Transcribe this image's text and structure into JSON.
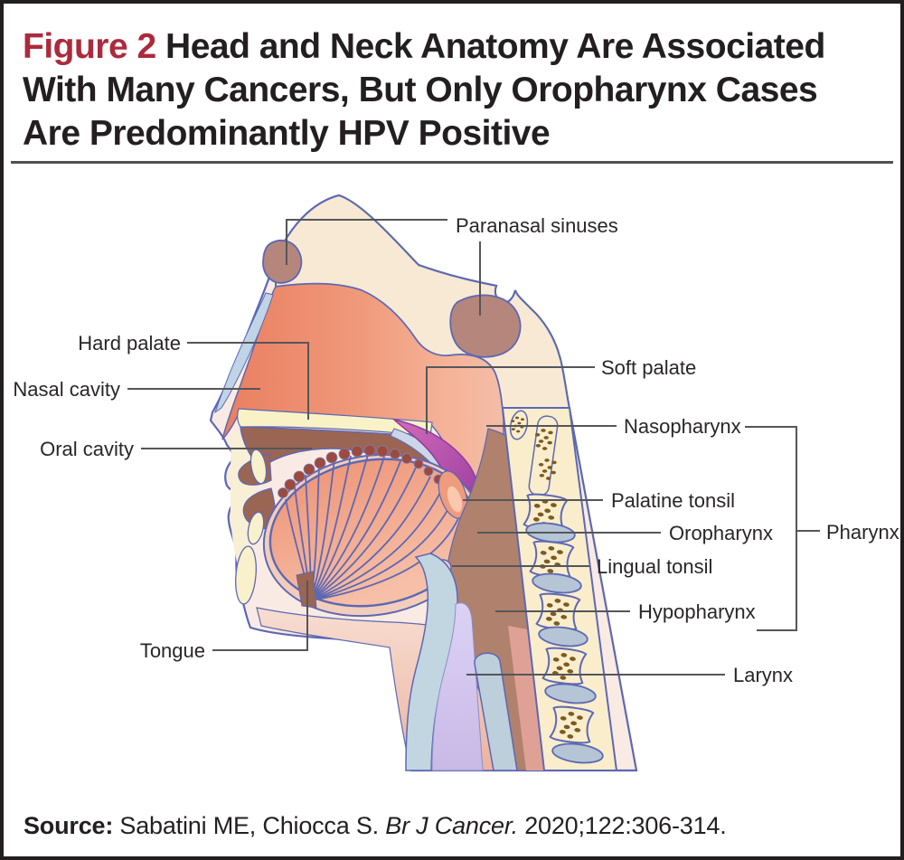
{
  "title": {
    "figure_label": "Figure 2",
    "line1": " Head and Neck Anatomy Are Associated",
    "line2": "With Many Cancers, But Only Oropharynx Cases",
    "line3": "Are Predominantly HPV Positive"
  },
  "diagram": {
    "labels": {
      "paranasal_sinuses": "Paranasal sinuses",
      "hard_palate": "Hard palate",
      "nasal_cavity": "Nasal cavity",
      "oral_cavity": "Oral cavity",
      "soft_palate": "Soft palate",
      "nasopharynx": "Nasopharynx",
      "palatine_tonsil": "Palatine tonsil",
      "oropharynx": "Oropharynx",
      "lingual_tonsil": "Lingual tonsil",
      "hypopharynx": "Hypopharynx",
      "tongue": "Tongue",
      "larynx": "Larynx",
      "pharynx": "Pharynx"
    }
  },
  "source": {
    "label": "Source:",
    "authors": " Sabatini ME, Chiocca S. ",
    "journal_italic": "Br J Cancer.",
    "tail": " 2020;122:306-314."
  },
  "colors": {
    "figure_red": "#ab2a3c",
    "text_black": "#231f20",
    "leader_gray": "#55565a",
    "outline_blue": "#5d68b3",
    "nasal_orange": "#ea7e60",
    "soft_palate_magenta": "#c05ab0",
    "sinus_mauve": "#b5867c",
    "bone_cream": "#f7e9d4",
    "oral_dark": "#9b6553",
    "pharynx_wall": "#b0816d",
    "larynx_lavender": "#d7cdf2",
    "cartilage_blue": "#c2d6e2"
  }
}
